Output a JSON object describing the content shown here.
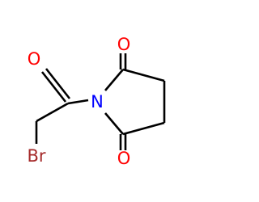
{
  "colors": {
    "oxygen": "#ff0000",
    "nitrogen": "#0000ff",
    "bromine": "#a52a2a",
    "carbon_bond": "#000000"
  },
  "atoms": {
    "o_ring_top": "O",
    "o_ring_bottom": "O",
    "o_acyl": "O",
    "n_ring": "N",
    "br": "Br"
  }
}
